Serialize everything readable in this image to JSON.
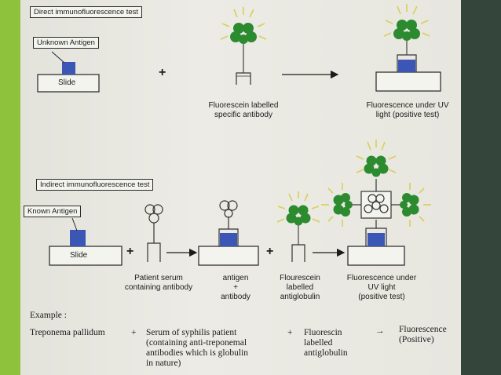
{
  "direct": {
    "title": "Direct immunofluorescence test",
    "antigen_label": "Unknown Antigen",
    "slide_label": "Slide",
    "plus": "+",
    "antibody_caption": [
      "Fluorescein labelled",
      "specific antibody"
    ],
    "result_caption": [
      "Fluorescence under UV",
      "light (positive test)"
    ]
  },
  "indirect": {
    "title": "Indirect immunofluorescence test",
    "antigen_label": "Known Antigen",
    "slide_label": "Slide",
    "plus": "+",
    "serum_caption": [
      "Patient serum",
      "containing antibody"
    ],
    "complex_caption": [
      "antigen",
      "+",
      "antibody"
    ],
    "globulin_caption": [
      "Flourescein",
      "labelled",
      "antiglobulin"
    ],
    "result_caption": [
      "Fluorescence under",
      "UV light",
      "(positive test)"
    ]
  },
  "example": {
    "heading": "Example :",
    "organism": "Treponema pallidum",
    "plus1": "+",
    "serum_lines": [
      "Serum of syphilis patient",
      "(containing anti-treponemal",
      "antibodies which is globulin",
      "in nature)"
    ],
    "plus2": "+",
    "reagent_lines": [
      "Fluorescin",
      "labelled",
      "antiglobulin"
    ],
    "arrow": "→",
    "result_lines": [
      "Fluorescence",
      "(Positive)"
    ]
  },
  "colors": {
    "antigen": "#3b56b4",
    "fluor_green": "#2c8a2f",
    "ray": "#d8cf5a",
    "accent_left": "#8fc23c",
    "accent_right": "#34463b"
  }
}
